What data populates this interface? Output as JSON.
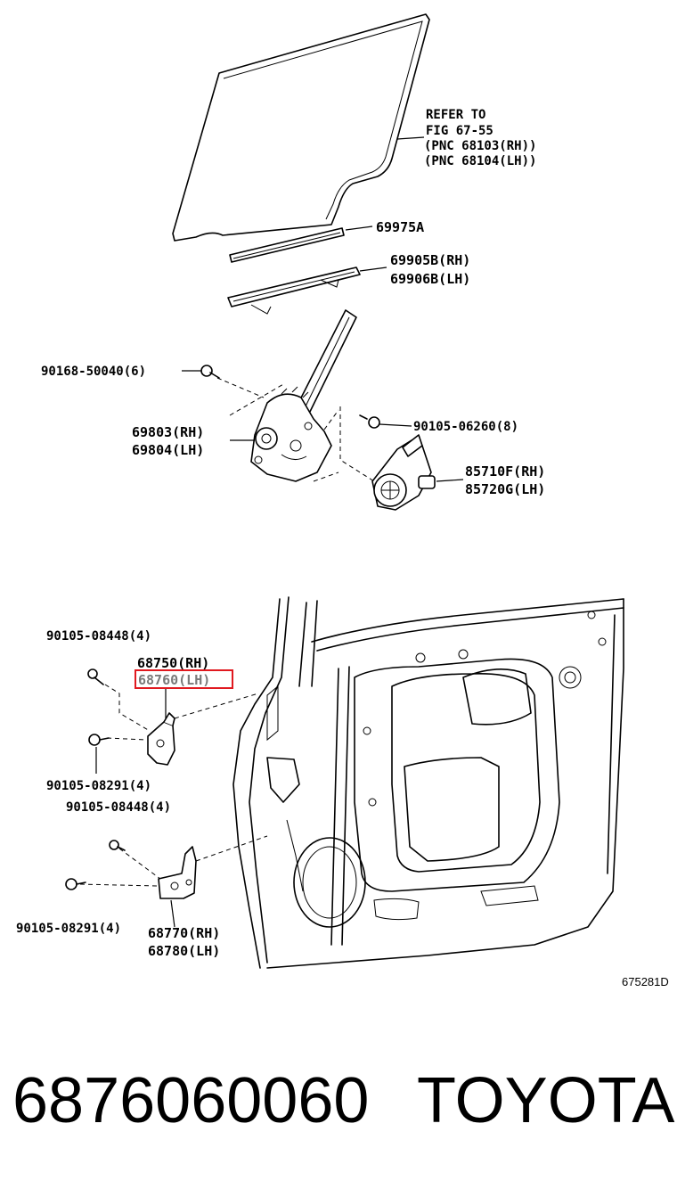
{
  "callouts": {
    "refer": [
      "REFER TO",
      "FIG 67-55",
      "(PNC 68103(RH))",
      "(PNC 68104(LH))"
    ],
    "c69975a": "69975A",
    "c69905b": "69905B(RH)",
    "c69906b": "69906B(LH)",
    "c9016850040": "90168-50040(6)",
    "c69803": "69803(RH)",
    "c69804": "69804(LH)",
    "c9010506260": "90105-06260(8)",
    "c85710f": "85710F(RH)",
    "c85720g": "85720G(LH)",
    "c9010508448_a": "90105-08448(4)",
    "c68750": "68750(RH)",
    "c68760": "68760(LH)",
    "c9010508291_a": "90105-08291(4)",
    "c9010508448_b": "90105-08448(4)",
    "c9010508291_b": "90105-08291(4)",
    "c68770": "68770(RH)",
    "c68780": "68780(LH)"
  },
  "figure_id": "675281D",
  "highlight_color": "#e0191f",
  "footer": {
    "part_number": "6876060060",
    "brand": "TOYOTA"
  }
}
